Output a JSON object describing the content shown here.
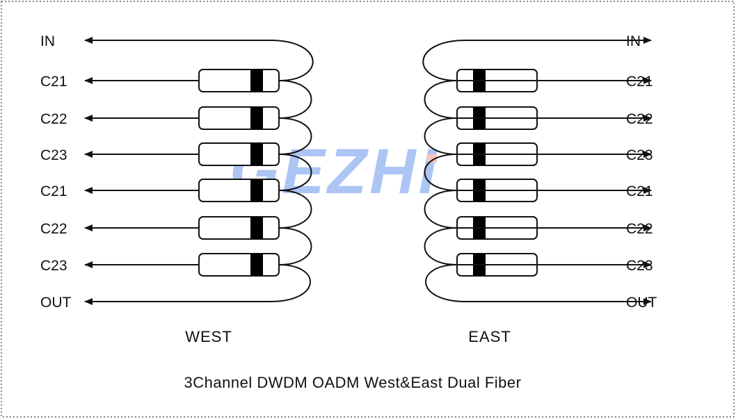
{
  "west": {
    "label": "WEST",
    "ports": [
      "IN",
      "C21",
      "C22",
      "C23",
      "C21",
      "C22",
      "C23",
      "OUT"
    ]
  },
  "east": {
    "label": "EAST",
    "ports": [
      "IN",
      "C21",
      "C22",
      "C23",
      "C21",
      "C22",
      "C23",
      "OUT"
    ]
  },
  "caption": "3Channel DWDM OADM West&East Dual Fiber",
  "watermark": {
    "text": "GEZHI",
    "color": "#4a7fe8",
    "accent_color": "#f08060"
  },
  "colors": {
    "line": "#111111",
    "filter_band": "#000000",
    "border": "#555555"
  }
}
